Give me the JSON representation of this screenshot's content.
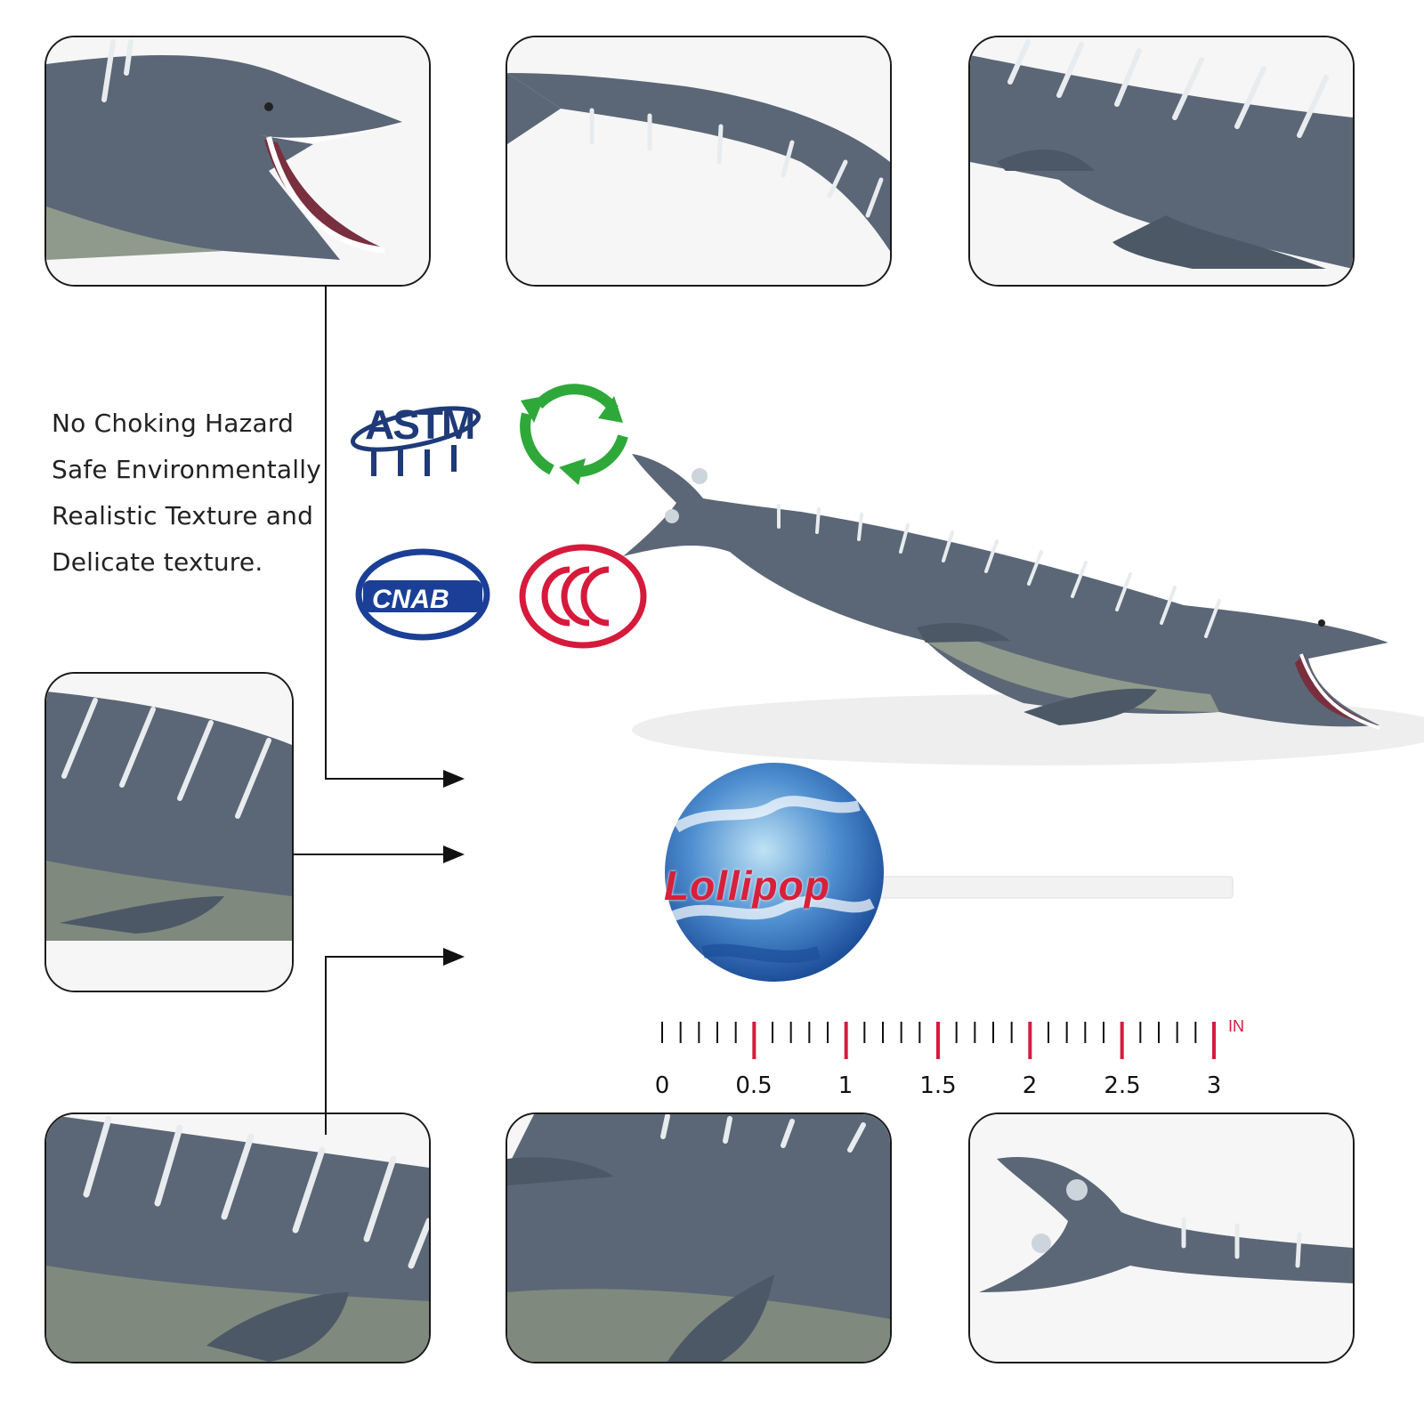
{
  "features": [
    "No Choking Hazard",
    "Safe Environmentally",
    "Realistic Texture and",
    "Delicate texture."
  ],
  "logos": {
    "astm": "ASTM",
    "cnab": "CNAB",
    "ccc": "CCC",
    "recycle": "recycle-icon"
  },
  "lollipop": {
    "label": "Lollipop"
  },
  "ruler": {
    "unit": "IN",
    "labels": [
      "0",
      "0.5",
      "1",
      "1.5",
      "2",
      "2.5",
      "3"
    ]
  },
  "colors": {
    "whale_body": "#5b6776",
    "whale_belly": "#9aa395",
    "stripe": "#e8ecef",
    "mouth": "#7a2f3e",
    "ruler_major": "#d61a3c",
    "astm_blue": "#1f3a78",
    "cnab_blue": "#1b3f96",
    "recycle_green": "#2fa83a",
    "ccc_red": "#d61a3c"
  }
}
